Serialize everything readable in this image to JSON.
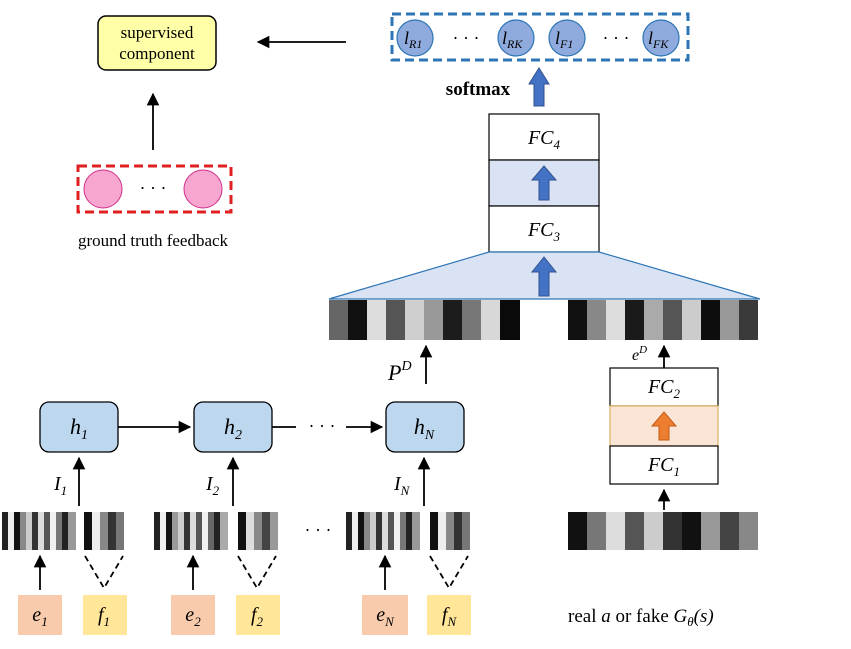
{
  "supervised": {
    "line1": "supervised",
    "line2": "component"
  },
  "ground_truth": {
    "label": "ground truth feedback",
    "dots": "· · ·"
  },
  "logits": {
    "items": [
      {
        "base": "l",
        "sub": "R1"
      },
      {
        "base": "l",
        "sub": "RK"
      },
      {
        "base": "l",
        "sub": "F1"
      },
      {
        "base": "l",
        "sub": "FK"
      }
    ],
    "dots": "· · ·"
  },
  "softmax": "softmax",
  "fc": {
    "fc4": {
      "base": "FC",
      "sub": "4"
    },
    "fc3": {
      "base": "FC",
      "sub": "3"
    },
    "fc2": {
      "base": "FC",
      "sub": "2"
    },
    "fc1": {
      "base": "FC",
      "sub": "1"
    }
  },
  "pd": {
    "base": "P",
    "sup": "D"
  },
  "ed": {
    "base": "e",
    "sup": "D"
  },
  "hidden": [
    {
      "base": "h",
      "sub": "1"
    },
    {
      "base": "h",
      "sub": "2"
    },
    {
      "base": "h",
      "sub": "N"
    }
  ],
  "hidden_dots": "· · ·",
  "inputs": [
    {
      "base": "I",
      "sub": "1"
    },
    {
      "base": "I",
      "sub": "2"
    },
    {
      "base": "I",
      "sub": "N"
    }
  ],
  "feature_dots": "· · ·",
  "e_labels": [
    {
      "base": "e",
      "sub": "1"
    },
    {
      "base": "e",
      "sub": "2"
    },
    {
      "base": "e",
      "sub": "N"
    }
  ],
  "f_labels": [
    {
      "base": "f",
      "sub": "1"
    },
    {
      "base": "f",
      "sub": "2"
    },
    {
      "base": "f",
      "sub": "N"
    }
  ],
  "real_fake": {
    "prefix": "real ",
    "a": "a",
    "middle": " or fake ",
    "g": "G",
    "theta": "θ",
    "s": "(s)"
  },
  "colors": {
    "supervised_fill": "#ffffa8",
    "gt_dot": "#f7a6d0",
    "gt_border": "#e02020",
    "logit_fill": "#8faadc",
    "logit_border": "#2e75b6",
    "h_fill": "#bdd7ee",
    "blue_arrow": "#4472c4",
    "orange_arrow": "#ed7d31",
    "e_fill": "#f8cbad",
    "f_fill": "#ffe699"
  }
}
